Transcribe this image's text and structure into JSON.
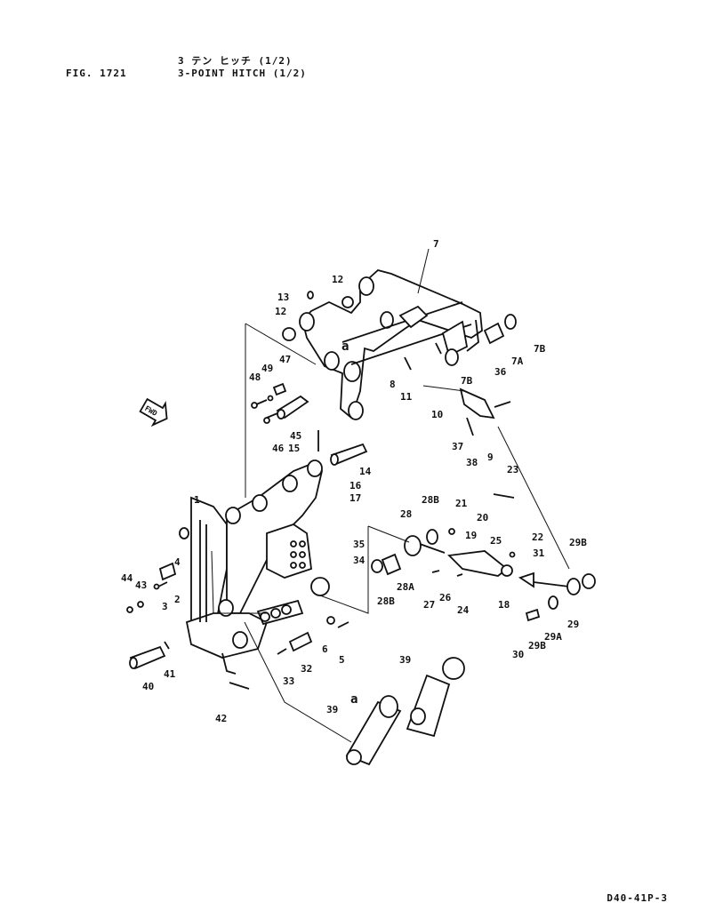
{
  "header": {
    "figure_number": "FIG. 1721",
    "title_japanese": "3 テン ヒッチ (1/2)",
    "title_english": "3-POINT HITCH (1/2)"
  },
  "footer": {
    "code": "D40-41P-3"
  },
  "direction_marker": "FWD",
  "reference_marker": "a",
  "callouts": [
    "1",
    "2",
    "3",
    "4",
    "5",
    "6",
    "7",
    "7A",
    "7B",
    "8",
    "9",
    "10",
    "11",
    "12",
    "13",
    "14",
    "15",
    "16",
    "17",
    "18",
    "19",
    "20",
    "21",
    "22",
    "23",
    "24",
    "25",
    "26",
    "27",
    "28",
    "28A",
    "28B",
    "29",
    "29A",
    "29B",
    "30",
    "31",
    "32",
    "33",
    "34",
    "35",
    "36",
    "37",
    "38",
    "39",
    "40",
    "41",
    "42",
    "43",
    "44",
    "45",
    "46",
    "47",
    "48",
    "49"
  ]
}
